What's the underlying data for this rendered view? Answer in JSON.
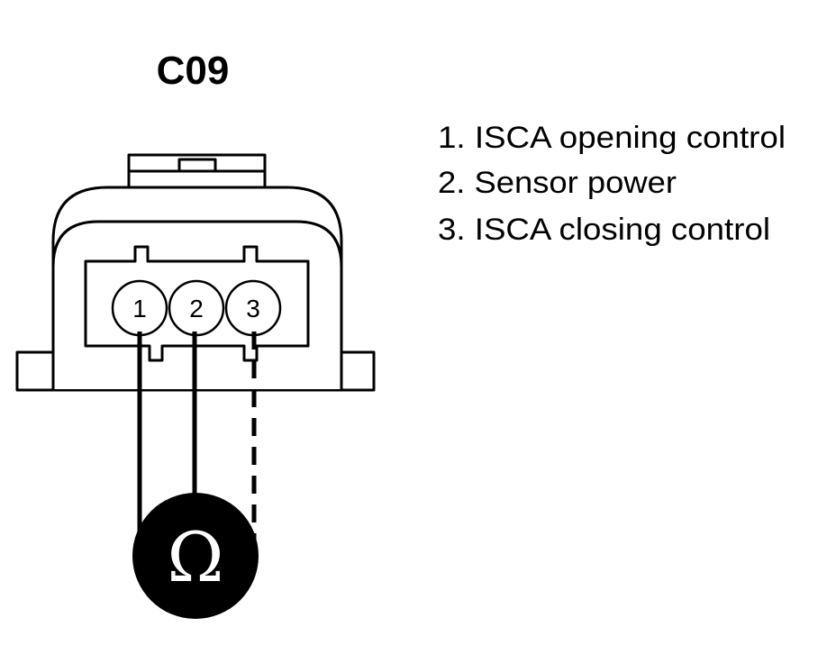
{
  "connector": {
    "id": "C09",
    "pins": [
      {
        "number": "1"
      },
      {
        "number": "2"
      },
      {
        "number": "3"
      }
    ]
  },
  "legend": [
    "1. ISCA opening control",
    "2. Sensor power",
    "3. ISCA closing control"
  ],
  "meter": {
    "symbol": "Ω",
    "icon": "ohmmeter-icon"
  },
  "colors": {
    "line": "#000000",
    "background": "#ffffff"
  }
}
